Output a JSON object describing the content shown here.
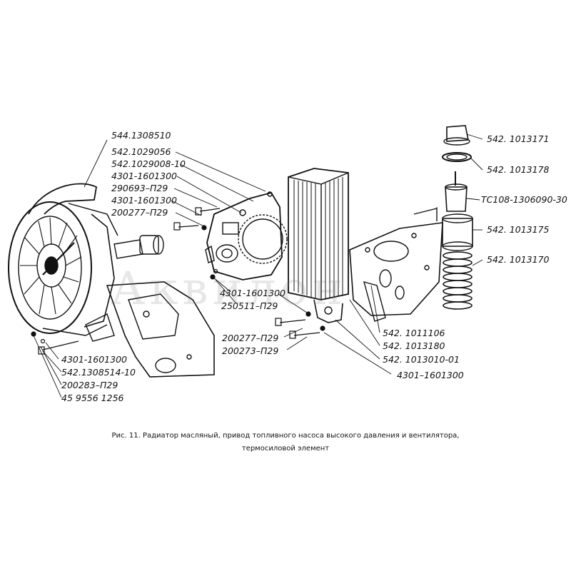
{
  "figure": {
    "caption_line1": "Рис. 11. Радиатор масляный, привод топливного насоса высокого давления и вентилятора,",
    "caption_line2": "термосиловой элемент",
    "watermark": "Аквилон"
  },
  "labels": {
    "p544_1308510": "544.1308510",
    "p542_1029056": "542.1029056",
    "p542_1029008_10": "542.1029008-10",
    "p4301_1601300_a": "4301-1601300",
    "p290693_p29": "290693–П29",
    "p4301_1601300_b": "4301-1601300",
    "p200277_p29_a": "200277–П29",
    "p4301_1601300_c": "4301-1601300",
    "p250511_p29": "250511–П29",
    "p200277_p29_b": "200277–П29",
    "p200273_p29": "200273–П29",
    "p4301_1601300_d": "4301–1601300",
    "p542_1308514_10": "542.1308514-10",
    "p200283_p29": "200283–П29",
    "p45_9556_1256": "45 9556 1256",
    "p542_1013171": "542. 1013171",
    "p542_1013178": "542. 1013178",
    "pTC108_1306090_30": "ТС108-1306090-30",
    "p542_1013175": "542. 1013175",
    "p542_1013170": "542. 1013170",
    "p542_1011106": "542. 1011106",
    "p542_1013180": "542. 1013180",
    "p542_1013010_01": "542. 1013010-01",
    "p4301_1601300_e": "4301-1601300"
  },
  "colors": {
    "ink": "#111111",
    "paper": "#ffffff"
  }
}
